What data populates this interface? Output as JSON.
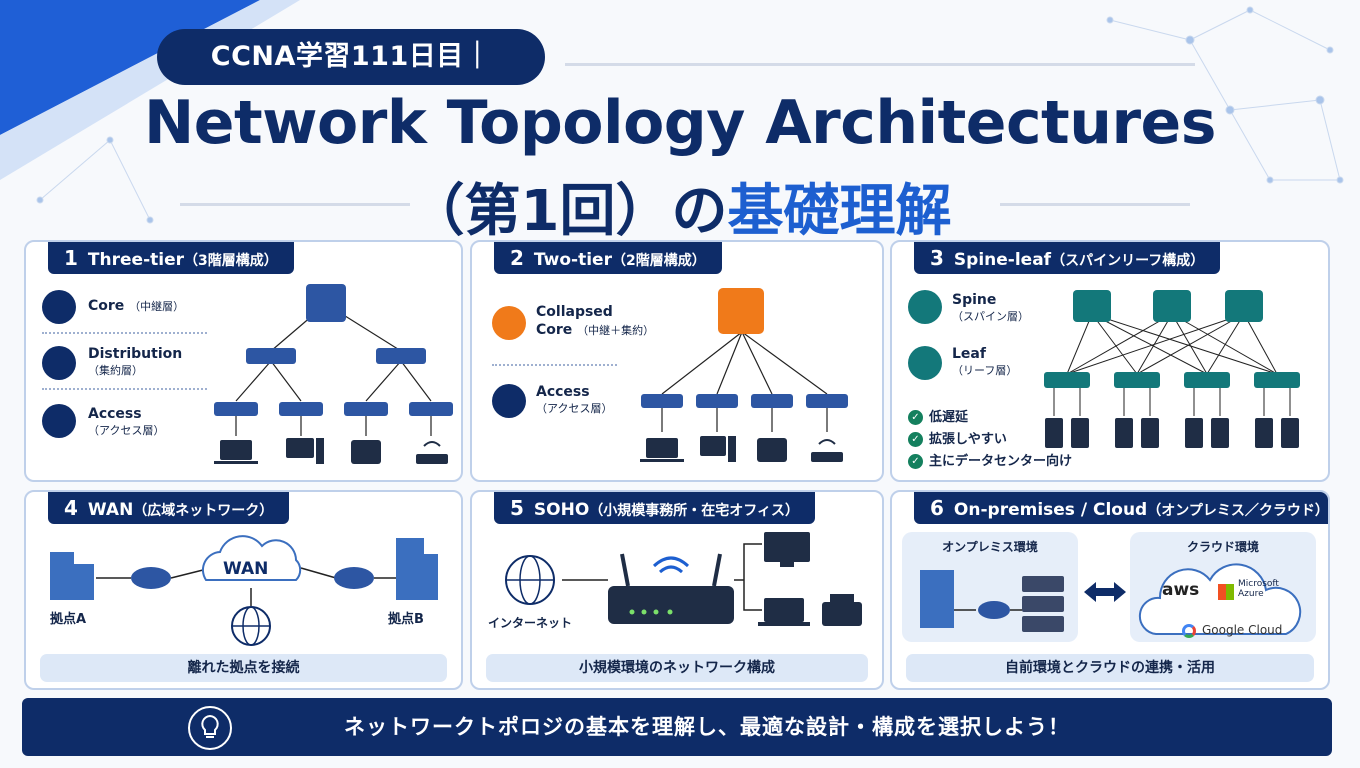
{
  "header": {
    "tag": "CCNA学習111日目｜",
    "title_line1": "Network Topology Architectures",
    "title_line2a": "（第1回）の",
    "title_line2b": "基礎理解"
  },
  "panels": {
    "p1": {
      "num": "1",
      "title": "Three-tier",
      "subtitle": "（3階層構成）",
      "core": "Core",
      "core_sub": "（中継層）",
      "dist": "Distribution",
      "dist_sub": "（集約層）",
      "access": "Access",
      "access_sub": "（アクセス層）"
    },
    "p2": {
      "num": "2",
      "title": "Two-tier",
      "subtitle": "（2階層構成）",
      "collapsed1": "Collapsed",
      "collapsed2": "Core",
      "collapsed_sub": "（中継＋集約）",
      "access": "Access",
      "access_sub": "（アクセス層）"
    },
    "p3": {
      "num": "3",
      "title": "Spine-leaf",
      "subtitle": "（スパインリーフ構成）",
      "spine": "Spine",
      "spine_sub": "（スパイン層）",
      "leaf": "Leaf",
      "leaf_sub": "（リーフ層）",
      "checks": [
        "低遅延",
        "拡張しやすい",
        "主にデータセンター向け"
      ]
    },
    "p4": {
      "num": "4",
      "title": "WAN",
      "subtitle": "（広域ネットワーク）",
      "wan": "WAN",
      "site_a": "拠点A",
      "site_b": "拠点B",
      "caption": "離れた拠点を接続"
    },
    "p5": {
      "num": "5",
      "title": "SOHO",
      "subtitle": "（小規模事務所・在宅オフィス）",
      "internet": "インターネット",
      "caption": "小規模環境のネットワーク構成"
    },
    "p6": {
      "num": "6",
      "title": "On-premises / Cloud",
      "subtitle": "（オンプレミス／クラウド）",
      "onprem": "オンプレミス環境",
      "cloud": "クラウド環境",
      "aws": "aws",
      "ms1": "Microsoft",
      "ms2": "Azure",
      "gc": "Google Cloud",
      "caption": "自前環境とクラウドの連携・活用"
    }
  },
  "banner": "ネットワークトポロジの基本を理解し、最適な設計・構成を選択しよう！",
  "colors": {
    "navy": "#0e2c68",
    "blue": "#1d5fd0",
    "switch": "#2d56a3",
    "orange": "#f07a1a",
    "teal": "#13787a",
    "green": "#14805e"
  }
}
